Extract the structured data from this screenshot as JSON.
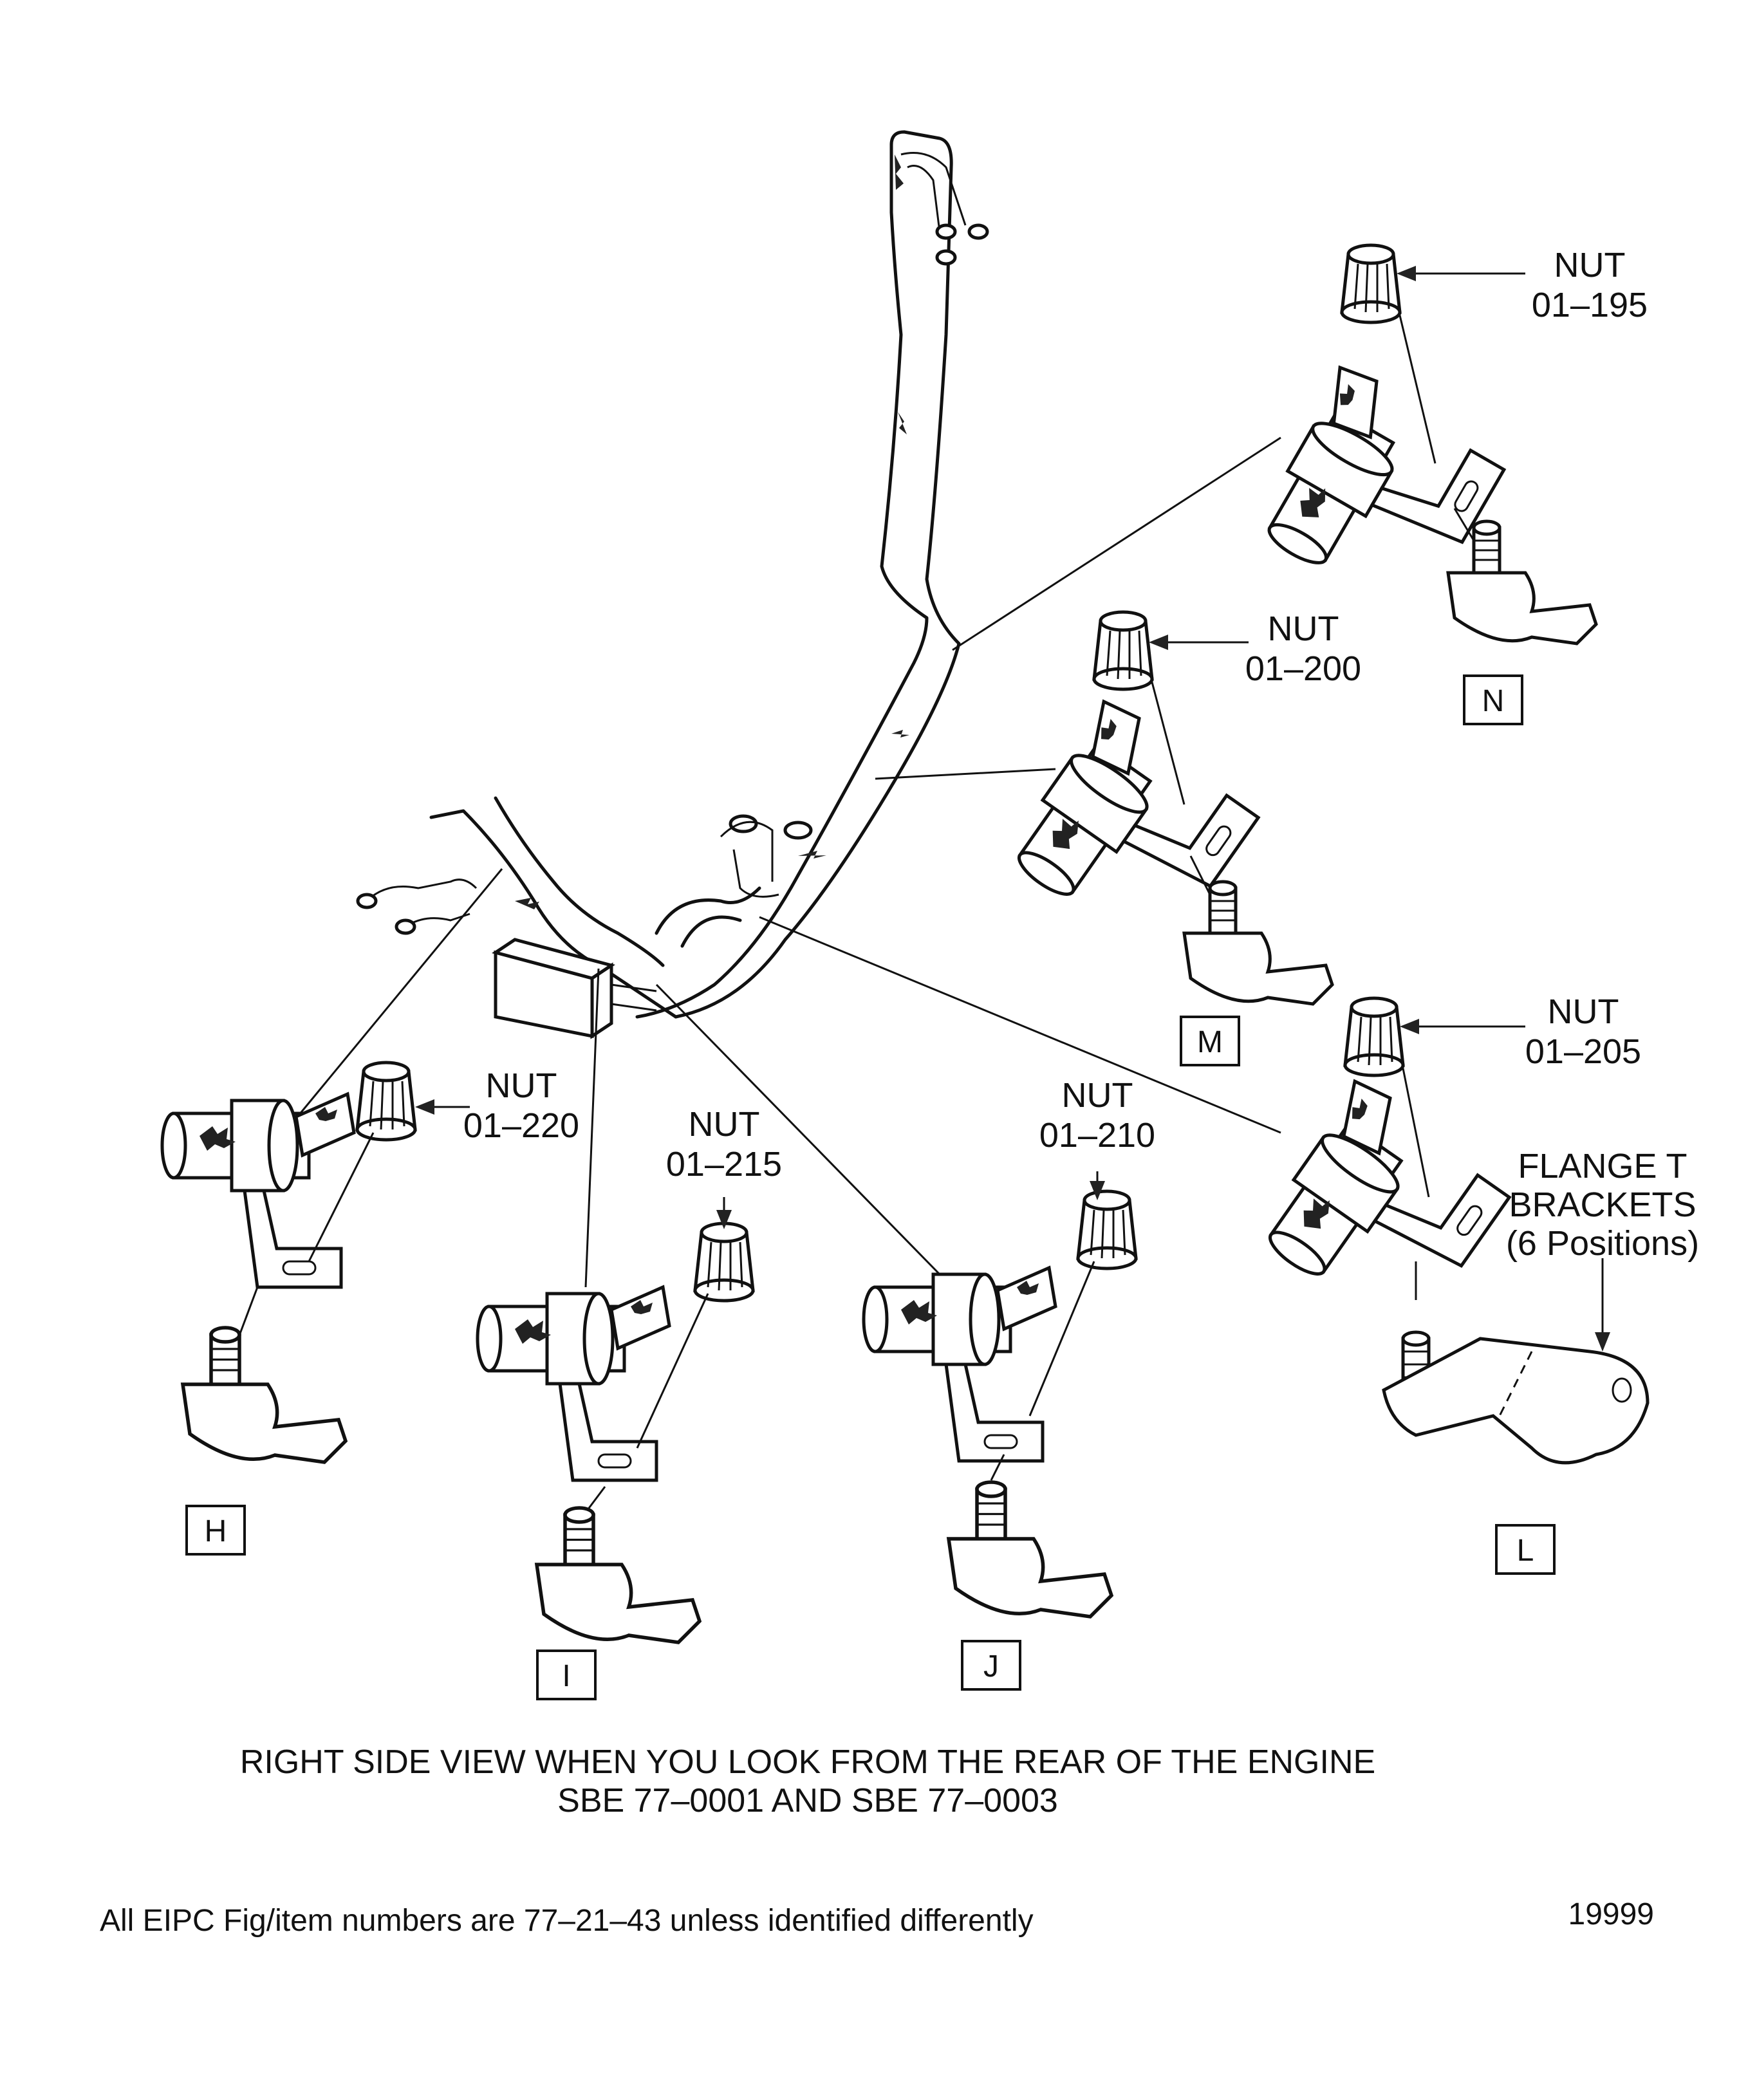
{
  "diagram": {
    "nut_labels": [
      {
        "id": "n195",
        "line1": "NUT",
        "line2": "01–195"
      },
      {
        "id": "n200",
        "line1": "NUT",
        "line2": "01–200"
      },
      {
        "id": "n205",
        "line1": "NUT",
        "line2": "01–205"
      },
      {
        "id": "n210",
        "line1": "NUT",
        "line2": "01–210"
      },
      {
        "id": "n215",
        "line1": "NUT",
        "line2": "01–215"
      },
      {
        "id": "n220",
        "line1": "NUT",
        "line2": "01–220"
      }
    ],
    "bracket_label": {
      "line1": "FLANGE T",
      "line2": "BRACKETS",
      "line3": "(6 Positions)"
    },
    "view_letters": [
      "N",
      "M",
      "L",
      "H",
      "I",
      "J"
    ],
    "caption": {
      "line1": "RIGHT SIDE VIEW WHEN YOU LOOK FROM THE REAR OF THE ENGINE",
      "line2": "SBE 77–0001 AND SBE 77–0003"
    }
  },
  "footer": {
    "note": "All EIPC Fig/item numbers are 77–21–43 unless identified differently",
    "figure_number": "19999"
  }
}
